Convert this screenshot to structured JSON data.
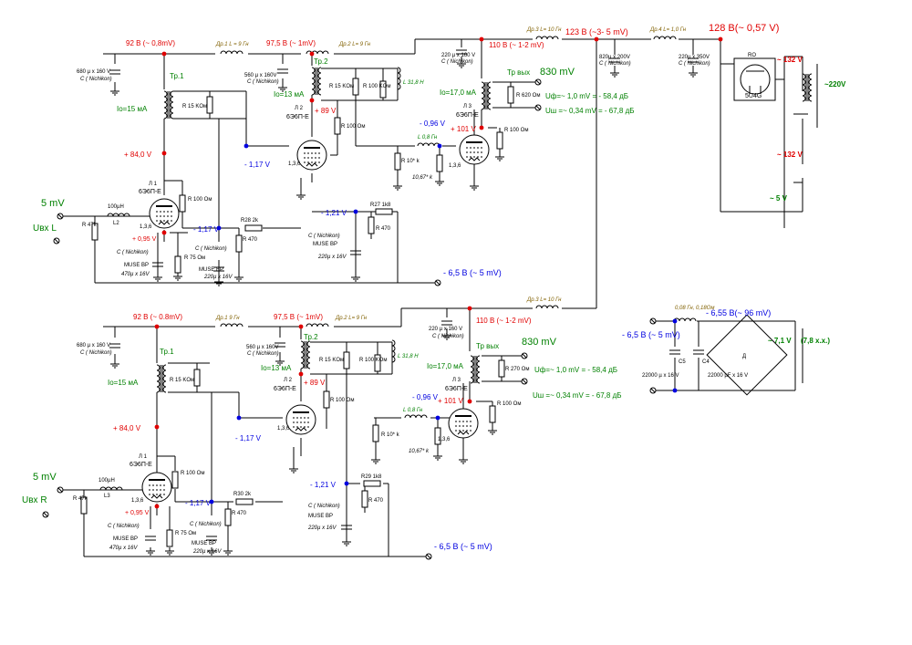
{
  "colors": {
    "red": "#e00000",
    "blue": "#0000e0",
    "green": "#008000",
    "olive": "#806000",
    "black": "#000000",
    "cyan": "#00a0d0"
  },
  "power": {
    "v128": "128 В(~ 0,57 V)",
    "v123": "123 В (~3- 5 mV)",
    "v110": "110 В (~ 1-2 mV)",
    "v132_top": "~ 132 V",
    "v132_bot": "~ 132 V",
    "v220": "~220V",
    "v5": "~ 5 V",
    "rect_tube": "5U4G",
    "rect_ref": "RO",
    "dr3": "Др.3 L= 10 Гн",
    "dr4": "Др.4 L= 1,0 Гн",
    "c_820": "820µ x 200V",
    "c_820_brand": "C ( Nichikon)",
    "c_220_350": "220µ x 350V",
    "c_220_350_brand": "C ( Nichikon)",
    "c_220_160": "220 µ x 160 V",
    "c_220_160_brand": "C ( Nichikon)"
  },
  "bias_supply": {
    "choke": "0,08 Гн, 0,18Ом",
    "v655": "- 6,55 В(~ 96 mV)",
    "v65": "- 6,5 В (~ 5 mV)",
    "v71": "~ 7,1 V",
    "xx": "(7,8 х.х.)",
    "c5_ref": "C5",
    "c5": "22000 µ x 16 V",
    "c4_ref": "C4",
    "c4": "22000 µF x 16 V",
    "diode": "Д"
  },
  "ch_l": {
    "input": "5 mV",
    "input_name": "Uвх L",
    "r47k": "R 47k",
    "l100": "100µН",
    "l_ref": "L2",
    "tube1": "Л 1",
    "tube1_type": "6Э6П-Е",
    "tr1": "Тр.1",
    "io1": "Io=15 мА",
    "r15k_1": "R 15 KОм",
    "v84": "+ 84,0 V",
    "v095": "+ 0,95 V",
    "r100_1": "R 100 Ом",
    "r75": "R 75 Ом",
    "c470_brand": "C ( Nichikon)",
    "c470_type": "MUSE BP",
    "c470": "470µ x 16V",
    "v92": "92 В (~ 0,8mV)",
    "dr1": "Др.1 L = 9 Гн",
    "c680": "680 µ x 160 V",
    "c680_brand": "C ( Nichikon)",
    "v97": "97,5 В (~ 1mV)",
    "dr2": "Др.2 L= 9 Гн",
    "c560": "560 µ x 160V",
    "c560_brand": "C ( Nichikon)",
    "tr2": "Тр.2",
    "io2": "Io=13 мА",
    "r15k_2": "R 15 KОм",
    "r100k": "R 100 KОм",
    "l318": "L 31,8 H",
    "tube2": "Л 2",
    "tube2_type": "6Э6П-Е",
    "v89": "+ 89 V",
    "r100_2": "R 100 Ом",
    "v117a": "- 1,17 V",
    "v117b": "- 1,17 V",
    "r28": "R28 2k",
    "r470_1": "R 470",
    "c220_brand": "C ( Nichikon)",
    "c220_type": "MUSE BP",
    "c220": "220µ x 16V",
    "v121": "- 1,21 V",
    "r27": "R27 1k8",
    "r470_2": "R 470",
    "c220b_brand": "C ( Nichikon)",
    "c220b_type": "MUSE BP",
    "c220b": "220µ x 16V",
    "v65": "- 6,5 В (~ 5 mV)",
    "trout": "Тр вых",
    "p830": "830 mV",
    "io3": "Io=17,0 мА",
    "r620": "R 620 Ом",
    "uf": "Uф=~ 1,0 mV = - 58,4 дБ",
    "ush": "Uш =~ 0,34 mV = - 67,8 дБ",
    "tube3": "Л 3",
    "tube3_type": "6Э6П-Е",
    "v096": "- 0,96 V",
    "v101": "+ 101 V",
    "l08": "L 0,8 Гн",
    "r10k": "R 10* k",
    "r1067": "10,67* k",
    "r100_3": "R 100 Ом",
    "pins": "1,3,6"
  },
  "ch_r": {
    "input": "5 mV",
    "input_name": "Uвх R",
    "r47k": "R 47k",
    "l100": "100µН",
    "l_ref": "L3",
    "tube1": "Л 1",
    "tube1_type": "6Э6П-Е",
    "tr1": "Тр.1",
    "io1": "Io=15 мА",
    "r15k_1": "R 15 KОм",
    "v84": "+ 84,0 V",
    "v095": "+ 0,95 V",
    "r100_1": "R 100 Ом",
    "r75": "R 75 Ом",
    "c470_brand": "C ( Nichikon)",
    "c470_type": "MUSE BP",
    "c470": "470µ x 16V",
    "v92": "92 В (~ 0.8mV)",
    "dr1": "Др.1 9 Гн",
    "c680": "680 µ x 160 V",
    "c680_brand": "C ( Nichikon)",
    "v97": "97,5 В (~ 1mV)",
    "dr2": "Др.2 L= 9 Гн",
    "c560": "560 µ x 160V",
    "c560_brand": "C ( Nichikon)",
    "tr2": "Тр.2",
    "io2": "Io=13 мА",
    "r15k_2": "R 15 KОм",
    "r100k": "R 100 KОм",
    "l318": "L 31,8 H",
    "tube2": "Л 2",
    "tube2_type": "6Э6П-Е",
    "v89": "+ 89 V",
    "r100_2": "R 100 Ом",
    "v117a": "- 1,17 V",
    "v117b": "- 1,17 V",
    "r30": "R30 2k",
    "r470_1": "R 470",
    "c220_brand": "C ( Nichikon)",
    "c220_type": "MUSE BP",
    "c220": "220µ x 16V",
    "v121": "- 1,21 V",
    "r29": "R29 1k8",
    "r470_2": "R 470",
    "c220b_brand": "C ( Nichikon)",
    "c220b_type": "MUSE BP",
    "c220b": "220µ x 16V",
    "v65": "- 6,5 В (~ 5 mV)",
    "dr3": "Др.3 L= 10 Гн",
    "v110": "110 В (~ 1-2 mV)",
    "c220_160": "220 µ x 160 V",
    "c220_160_brand": "C ( Nichikon)",
    "trout": "Тр вых",
    "p830": "830 mV",
    "io3": "Io=17,0 мА",
    "r270": "R 270 Ом",
    "uf": "Uф=~ 1,0 mV = - 58,4 дБ",
    "ush": "Uш =~ 0,34 mV = - 67,8 дБ",
    "tube3": "Л 3",
    "tube3_type": "6Э6П-Е",
    "v096": "- 0,96 V",
    "v101": "+ 101 V",
    "l08": "L 0,8 Гн",
    "r10k": "R 10* k",
    "r1067": "10,67* k",
    "r100_3": "R 100 Ом",
    "pins": "1,3,6"
  }
}
